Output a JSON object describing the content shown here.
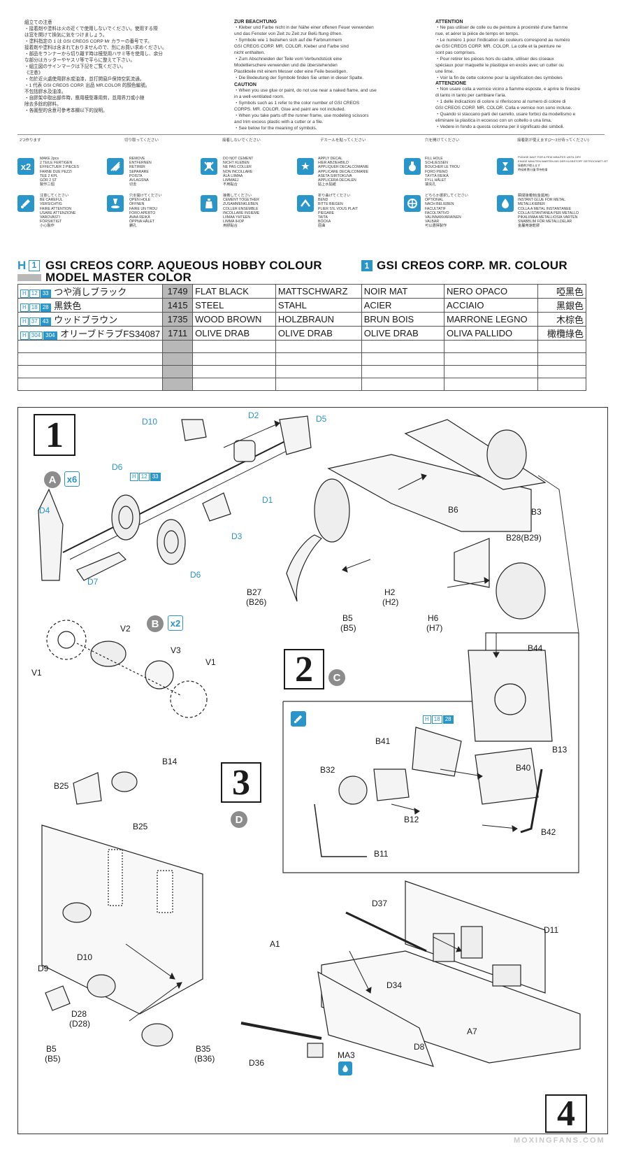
{
  "notes": {
    "chinese": "組立ての注意\n・接着剤や塗料は火の近くで使用しないでください。使用する際\n  は窓を開けて換気に気をつけましょう。\n・塗料指定の 1 は GSI CREOS CORP Mr カラーの番号です。\n  接着剤や塗料は含まれておりませんので、別にお買い求めください。\n・部品をランナーから切り離す時は模型用ハサミ等を使用し、余分\n  な部分はカッターやヤスリ等で平らに整えて下さい。\n・組立図のサインマークは下記をご覧ください。\n《注意》\n・勿於近火處使用膠水或油漆，並打開窗戶保持空氣流通。\n・1 代表 GSI CREOS CORP. 出品 MR.COLOR 的顏色編號。\n  不包括膠水及油漆。\n・自膠架中取出部件時，應用模型專用剪，並用界刀或小銼\n  除去多餘的膠料。\n・各圖型的含意可參考本欄以下的說明。",
    "german_head": "ZUR BEACHTUNG",
    "german": "・Kleber und Farbe nicht in der Nähe einer offenen Feuer verwenden\n  und das Fenster von Zeit zu Zeit zur Belü ftung öfnen.\n・Symbole wie 1 beziehen sich auf die Farbnummern\n  GSI CREOS CORP. MR. COLOR. Kleber und Farbe sind\n  nicht enthalten.\n・Zum Abschneiden der Teile vom Verbundstück eine\n  Modellierschere verwenden und die überstehenden\n  Plastikteile mit einem Messer oder eine Feile beseitigen.\n・Die Bedeutung der Symbole finden Sie unten in dieser Spalte.",
    "caution_head": "CAUTION",
    "caution": "・When you use glue or paint, do not use near a naked flame, and use\n  in a well-ventilated room.\n・Symbols such as 1 refer to the color number of GSI CREOS\n  CORPS. MR. COLOR. Glue and paint are not included.\n・When you take parts off the runner frame, use modeling scissors\n  and trim excess plastic with a cutter or a file.\n・See below for the meaning of symbols.",
    "french_head": "ATTENTION",
    "french": "・Ne pas utiliser de colle ou de peinture à proximité d'une flamme\n  nue, et aérer la pièce de temps en temps.\n・Le numéro 1 pour l'indication de couleurs correspond au numéro\n  de GSI CREOS CORP. MR. COLOR. La colle et la peinture ne\n  sont pas comprises.\n・Pour retirer les pièces hors du cadre, utiliser des ciseaux\n  spéciaux pour maquette le plastique en excès avec un cutter ou\n  une lime.\n・Voir la fin de cette colonne pour la signification des symboles",
    "italian_head": "ATTENZIONE",
    "italian": "・Non usare colla a vernice vicino a fiamme esposte, e aprire le finestre\n  di tanto in tanto per cambiare l'aria.\n・1 delle indicazioni di colore si riferiscono al numero di colore di\n  GSI CREOS CORP. MR. COLOR. Colla e vernice non sono incluse.\n・Quando si staccano parti del carrello, usare forbici da modellismo e\n  eliminare la plastica in eccesso con un coltello o una lima.\n・Vedere in fondo a questa colonna per il significato dei simboli."
  },
  "symbol_strip": [
    "2つ作ります",
    "切り取ってください",
    "接着しないでください",
    "デカールを貼ってください",
    "穴を開けてください",
    "接着剤が使えます(2〜3分待ってください)"
  ],
  "legend": [
    {
      "icon": "x2",
      "label": "MAKE 2pcs\n2 TEILE FERTIGEN\nEFFECTUER 2 PIECES\nFARNE DUE PEZZI\nTEE 2 KPL\nGÖR 2 ST\n製作二個"
    },
    {
      "icon": "cut",
      "label": "REMOVE\nENTFERNEN\nRETIRER\nSEPARARE\nPOISTA\nAVLAGSNA\n切去"
    },
    {
      "icon": "nocement",
      "label": "DO NOT CEMENT\nNICHT KLEBEN\nNE PAS COLLER\nNON INCOLLARE\nÄLÄ LIIMAA\nLIMMAEJ\n不用黏合"
    },
    {
      "icon": "decal",
      "label": "APPLY DECAL\nHIER ABZIEHBILD\nAPPLIQUER DECALCOMANIE\nAPPLICARE DECALCOMANIE\nASETA SIIRTOKUVA\nAPPLICERA DECALEN\n貼上水貼紙"
    },
    {
      "icon": "hole",
      "label": "FILL HOLE\nSCHLIESSEN\nBOUCHER LE TROU\nFORO PIENO\nTÄYTÄ REIKÄ\nFYLL HÅLET\n填充孔"
    },
    {
      "icon": "instantglue",
      "label": "PLEASE WAIT FOR A FEW MINUTES UNTIL DRY\nEINIGE MINUTEN WARTEN BIS DER KLEBSTOFF GETROCKNET IST\n接着剤が使えます\n時候補 數分鐘 等待乾燥"
    },
    {
      "icon": "careful",
      "label": "注意してください\nBE CAREFUL\nVERSICHTIG\nFAIRE ATTENTION\nUSARE ATTENZIONE\nVAROVASTI\nFÖRSIKTIGT\n小心製作"
    },
    {
      "icon": "drill",
      "label": "穴を開けてください\nOPEN HOLE\nÖFFNEN\nFAIRE UN TROU\nFORO APERTO\nAVAA REIKÄ\nÖPPNA HÅLET\n鑽孔"
    },
    {
      "icon": "cement",
      "label": "接着してください\nCEMENT TOGETHER\nZUSAMMENKLEBEN\nCOLLER ENSEMBLE\nINCOLLARE INSIEME\nLIIMAA YHTEEN\nLIMMA IHOP\n用膠黏合"
    },
    {
      "icon": "bend",
      "label": "折り曲げてください\nBEND\nBITTE BIEGEN\nPLIER S'IL VOUS PLAIT\nPIEGARE\nTAITA\nBÖCKA\n屈曲"
    },
    {
      "icon": "optional",
      "label": "どちらか選択してください\nOPTIONAL\nNACH BELIEBEN\nFACULTATIF\nFACOLTATIVO\nVALINNANVARAINEN\nVALBAR\n可以選擇製作"
    },
    {
      "icon": "glue",
      "label": "瞬間接着剤(金属用)\nINSTANT GLUE FOR METAL\nMETALLKIEBER\nCOLLA A METAL INSTANTANEE\nCOLLA ISTANTANEA PER METALLO\nPIKALIIMAA METALLIOSIA VARTEN\nSNABBLIM FÖR METALLDELAR\n金屬用速乾膠"
    }
  ],
  "paint_header": {
    "h_label": "H",
    "h_num": "1",
    "aqueous": "GSI CREOS CORP. AQUEOUS HOBBY COLOUR",
    "mr_num": "1",
    "mr": "GSI CREOS CORP. MR. COLOUR",
    "master": "MODEL MASTER COLOR"
  },
  "paint_rows": [
    {
      "codes": [
        "H",
        "12",
        "33"
      ],
      "jp": "つや消しブラック",
      "num": "1749",
      "en": "FLAT BLACK",
      "de": "MATTSCHWARZ",
      "fr": "NOIR MAT",
      "it": "NERO OPACO",
      "zh": "啞黑色"
    },
    {
      "codes": [
        "H",
        "18",
        "28"
      ],
      "jp": "黒鉄色",
      "num": "1415",
      "en": "STEEL",
      "de": "STAHL",
      "fr": "ACIER",
      "it": "ACCIAIO",
      "zh": "黑銀色"
    },
    {
      "codes": [
        "H",
        "37",
        "43"
      ],
      "jp": "ウッドブラウン",
      "num": "1735",
      "en": "WOOD BROWN",
      "de": "HOLZBRAUN",
      "fr": "BRUN BOIS",
      "it": "MARRONE LEGNO",
      "zh": "木棕色"
    },
    {
      "codes": [
        "H",
        "304",
        "304"
      ],
      "jp": "オリーブドラブFS34087",
      "num": "1711",
      "en": "OLIVE DRAB",
      "de": "OLIVE DRAB",
      "fr": "OLIVE DRAB",
      "it": "OLIVA PALLIDO",
      "zh": "橄欖綠色"
    }
  ],
  "steps": [
    {
      "number": "1"
    },
    {
      "number": "2",
      "sub": "C"
    },
    {
      "number": "3",
      "sub": "D"
    },
    {
      "number": "4"
    }
  ],
  "assemblies": {
    "A": {
      "letter": "A",
      "mult": "x6",
      "paint": [
        "H",
        "12",
        "33"
      ]
    },
    "B": {
      "letter": "B",
      "mult": "x2"
    },
    "C_paint": [
      "H",
      "18",
      "28"
    ]
  },
  "part_labels": {
    "step1": [
      "D10",
      "D2",
      "D5",
      "D6",
      "D1",
      "D4",
      "D3",
      "D7",
      "D6",
      "B6",
      "B3",
      "B28(B29)",
      "B27",
      "(B26)",
      "H2",
      "(H2)",
      "B5",
      "(B5)",
      "H6",
      "(H7)"
    ],
    "assyB": [
      "V2",
      "V1",
      "V3",
      "V1"
    ],
    "step2": [
      "B44",
      "B13",
      "B41",
      "B32",
      "B40",
      "B12",
      "B42",
      "B11"
    ],
    "step3": [
      "B14",
      "B25",
      "B25",
      "A1",
      "D10",
      "D9",
      "D28",
      "(D28)",
      "B5",
      "(B5)",
      "B35",
      "(B36)"
    ],
    "step4": [
      "D37",
      "D11",
      "D34",
      "A7",
      "D36",
      "MA3",
      "D8"
    ]
  },
  "watermark": "MOXINGFANS.COM",
  "colors": {
    "accent": "#2a95c9",
    "gray": "#8c8c8c",
    "table_shade": "#b8b8b8"
  }
}
